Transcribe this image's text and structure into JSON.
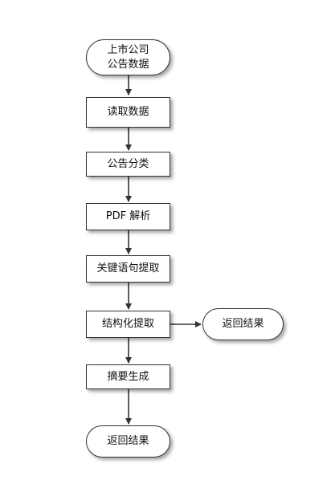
{
  "nodes": {
    "start": {
      "line1": "上市公司",
      "line2": "公告数据"
    },
    "read": "读取数据",
    "classify": "公告分类",
    "pdf": "PDF 解析",
    "keyword": "关键语句提取",
    "structured": "结构化提取",
    "return_side": "返回结果",
    "summary": "摘要生成",
    "return_end": "返回结果"
  }
}
